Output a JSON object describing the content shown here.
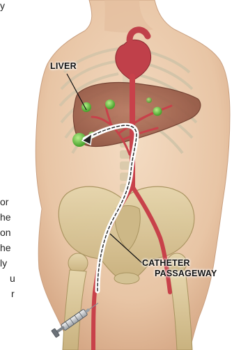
{
  "labels": {
    "liver": "LIVER",
    "catheter_line1": "CATHETER",
    "catheter_line2": "PASSAGEWAY"
  },
  "cropped_text": {
    "top_left": "y",
    "lines": [
      "or",
      "he",
      "on",
      "he",
      "ly",
      "u",
      "r"
    ]
  },
  "colors": {
    "skin": "#eccdb0",
    "skin_shadow": "#d8ad8c",
    "bone": "#d9c79a",
    "organ": "#a86a52",
    "artery": "#c8414a",
    "tumor": "#6fc04a",
    "catheter": "#ffffff"
  }
}
